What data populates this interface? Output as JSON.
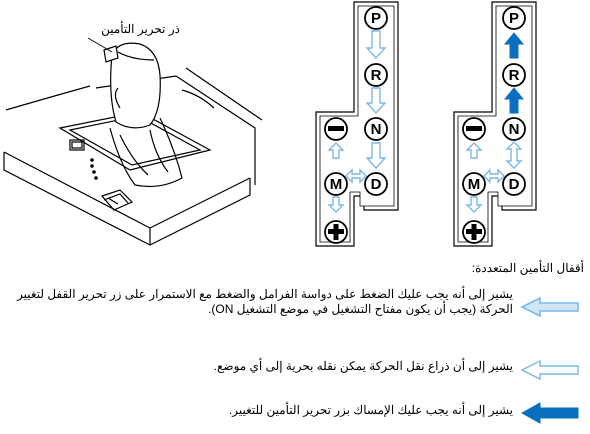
{
  "callout_label": "ذر تحرير التأمين",
  "gate_letters": {
    "park": "P",
    "reverse": "R",
    "neutral": "N",
    "drive": "D",
    "manual": "M"
  },
  "legend": {
    "title": "أقفال التأمين المتعددة:",
    "items": [
      {
        "arrow": "blue-outline-arrow",
        "text": "يشير إلى أنه يجب عليك الضغط على دواسة الفرامل والضغط مع الاستمرار على زر تحرير القفل لتغيير الحركة (يجب أن يكون مفتاح التشغيل في موضع التشغيل ON)."
      },
      {
        "arrow": "white-outline-arrow",
        "text": "يشير إلى أن ذراع نقل الحركة يمكن نقله بحرية إلى أي موضع."
      },
      {
        "arrow": "solid-blue-arrow",
        "text": "يشير إلى أنه يجب عليك الإمساك بزر تحرير التأمين للتغيير."
      }
    ]
  },
  "colors": {
    "light_blue": "#7cb8e4",
    "dark_blue": "#0a6fbe",
    "outline": "#000000"
  }
}
